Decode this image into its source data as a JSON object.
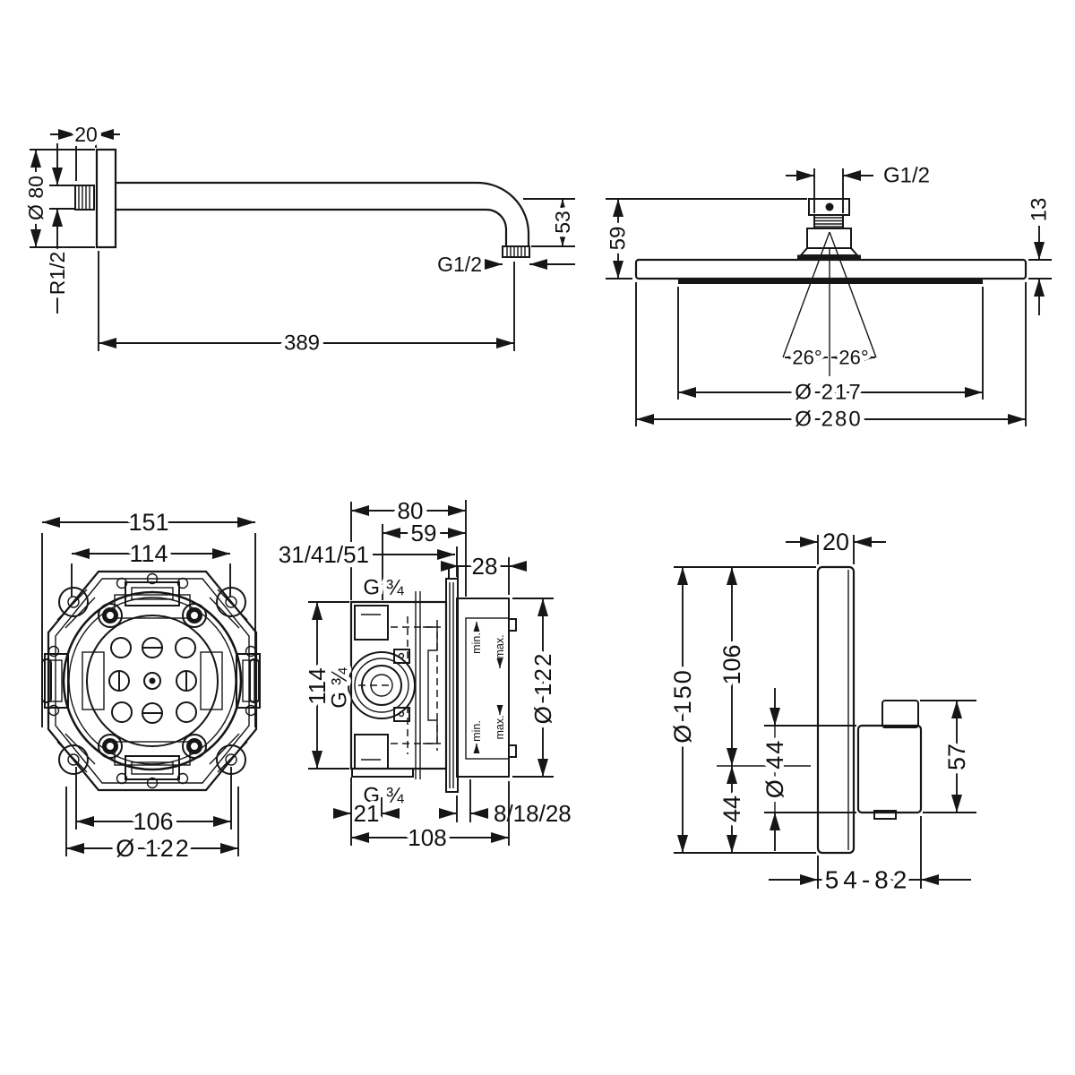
{
  "page": {
    "background": "#ffffff",
    "line_color": "#161616"
  },
  "arm": {
    "d20": "20",
    "d80": "Ø 80",
    "r12": "R1/2",
    "d389": "389",
    "g12": "G1/2",
    "d53": "53"
  },
  "head": {
    "g12": "G1/2",
    "d59": "59",
    "d13": "13",
    "angle_left": "26°",
    "angle_right": "26°",
    "d217": "Ø 217",
    "d280": "Ø 280"
  },
  "ibox_front": {
    "d151": "151",
    "d114": "114",
    "d106": "106",
    "d122": "Ø 122"
  },
  "ibox_side": {
    "d80": "80",
    "d59": "59",
    "d31": "31/41/51",
    "d28": "28",
    "g34_top": "G ¾",
    "g34_mid": "G ¾",
    "g34_bot": "G ¾",
    "d114": "114",
    "d122": "Ø 122",
    "d21": "21",
    "d818": "8/18/28",
    "d108": "108",
    "min1": "min.",
    "max1": "max.",
    "min2": "min.",
    "max2": "max."
  },
  "trim": {
    "d20": "20",
    "d150": "Ø 150",
    "d106": "106",
    "d44": "44",
    "d44o": "Ø 44",
    "d57": "57",
    "d5482": "54-82"
  }
}
